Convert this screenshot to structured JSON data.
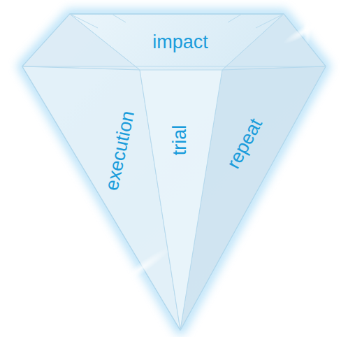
{
  "diagram": {
    "nodes": [
      {
        "text": [
          "impact",
          "execution",
          "trial",
          "repeat"
        ]
      }
    ]
  }
}
